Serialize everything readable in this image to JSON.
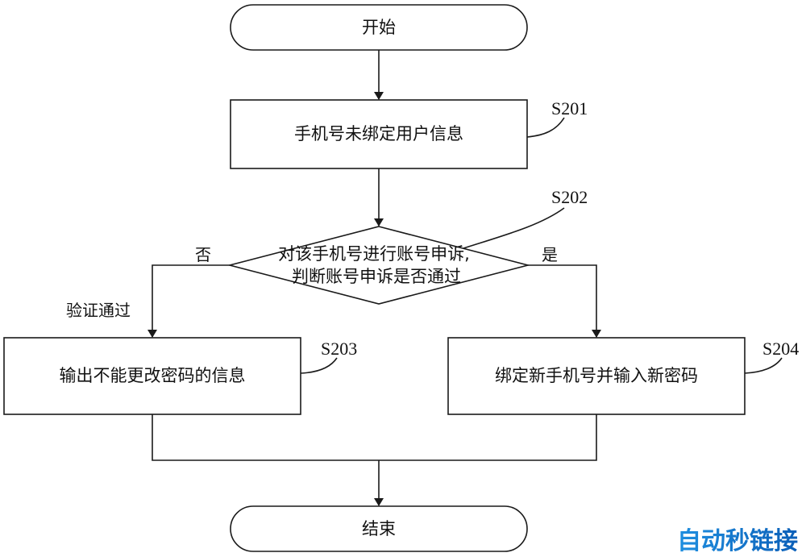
{
  "nodes": {
    "start": "开始",
    "s201": "手机号未绑定用户信息",
    "s202_line1": "对该手机号进行账号申诉,",
    "s202_line2": "判断账号申诉是否通过",
    "s203": "输出不能更改密码的信息",
    "s204": "绑定新手机号并输入新密码",
    "end": "结束"
  },
  "step_labels": {
    "s201": "S201",
    "s202": "S202",
    "s203": "S203",
    "s204": "S204"
  },
  "branch_labels": {
    "no": "否",
    "yes": "是",
    "verify_passed": "验证通过"
  },
  "watermark": {
    "text": "自动秒链接",
    "color_start": "#1f8fe0",
    "color_end": "#0b5fb8"
  },
  "colors": {
    "stroke": "#1a1a1a",
    "text": "#111111",
    "background": "#ffffff"
  }
}
